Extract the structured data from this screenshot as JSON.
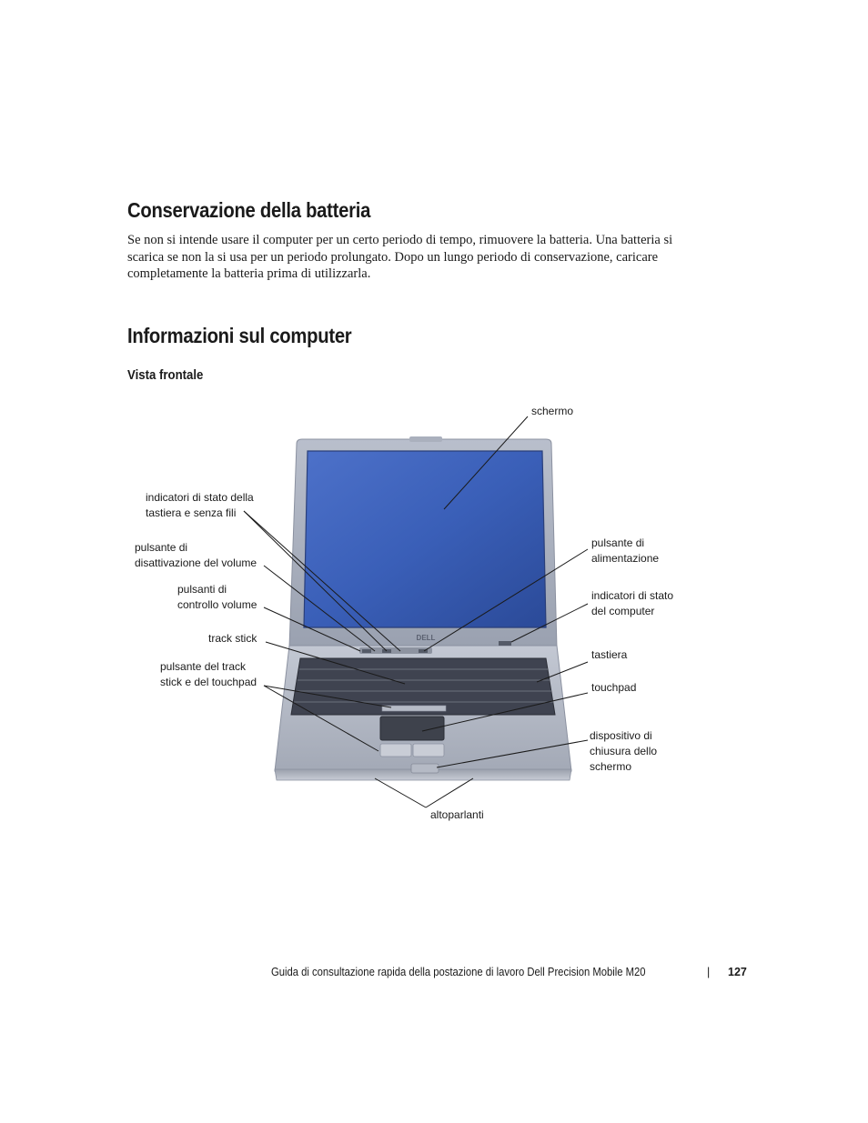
{
  "sections": {
    "battery": {
      "title": "Conservazione della batteria",
      "body": "Se non si intende usare il computer per un certo periodo di tempo, rimuovere la batteria. Una batteria si scarica se non la si usa per un periodo prolungato. Dopo un lungo periodo di conservazione, caricare completamente la batteria prima di utilizzarla."
    },
    "computer": {
      "title": "Informazioni sul computer",
      "front_view": "Vista frontale"
    }
  },
  "figure": {
    "logo": "DELL",
    "callouts": {
      "schermo": "schermo",
      "indicatori_tastiera_1": "indicatori di stato della",
      "indicatori_tastiera_2": "tastiera e senza fili",
      "pulsante_disattivazione_1": "pulsante di",
      "pulsante_disattivazione_2": "disattivazione del volume",
      "pulsanti_controllo_1": "pulsanti di",
      "pulsanti_controllo_2": "controllo volume",
      "track_stick": "track stick",
      "pulsante_track_1": "pulsante del track",
      "pulsante_track_2": "stick e del touchpad",
      "pulsante_alimentazione_1": "pulsante di",
      "pulsante_alimentazione_2": "alimentazione",
      "indicatori_computer_1": "indicatori di stato",
      "indicatori_computer_2": "del computer",
      "tastiera": "tastiera",
      "touchpad": "touchpad",
      "dispositivo_1": "dispositivo di",
      "dispositivo_2": "chiusura dello",
      "dispositivo_3": "schermo",
      "altoparlanti": "altoparlanti"
    }
  },
  "footer": {
    "text": "Guida di consultazione rapida della postazione di lavoro Dell Precision Mobile M20",
    "separator": "|",
    "page_number": "127"
  }
}
